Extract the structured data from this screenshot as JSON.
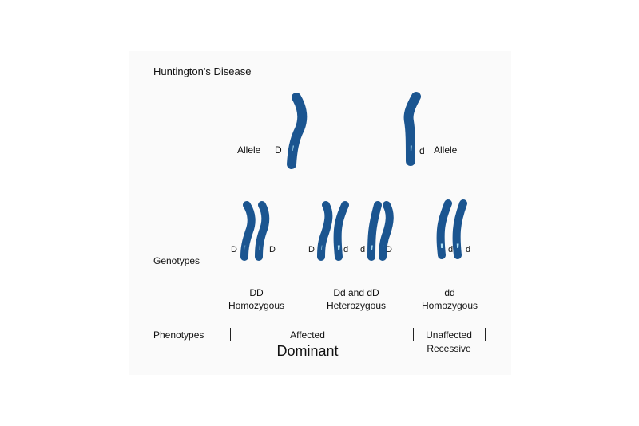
{
  "title": "Huntington's Disease",
  "allele_word": "Allele",
  "dominant_symbol": "D",
  "recessive_symbol": "d",
  "row_labels": {
    "genotypes": "Genotypes",
    "phenotypes": "Phenotypes"
  },
  "genotypes": [
    {
      "code": "DD",
      "zygosity": "Homozygous"
    },
    {
      "code": "Dd and dD",
      "zygosity": "Heterozygous"
    },
    {
      "code": "dd",
      "zygosity": "Homozygous"
    }
  ],
  "phenotypes": {
    "affected": "Affected",
    "dominant": "Dominant",
    "unaffected": "Unaffected",
    "recessive": "Recessive"
  },
  "colors": {
    "chromosome": "#1b5590",
    "band": "#aee0f4"
  }
}
